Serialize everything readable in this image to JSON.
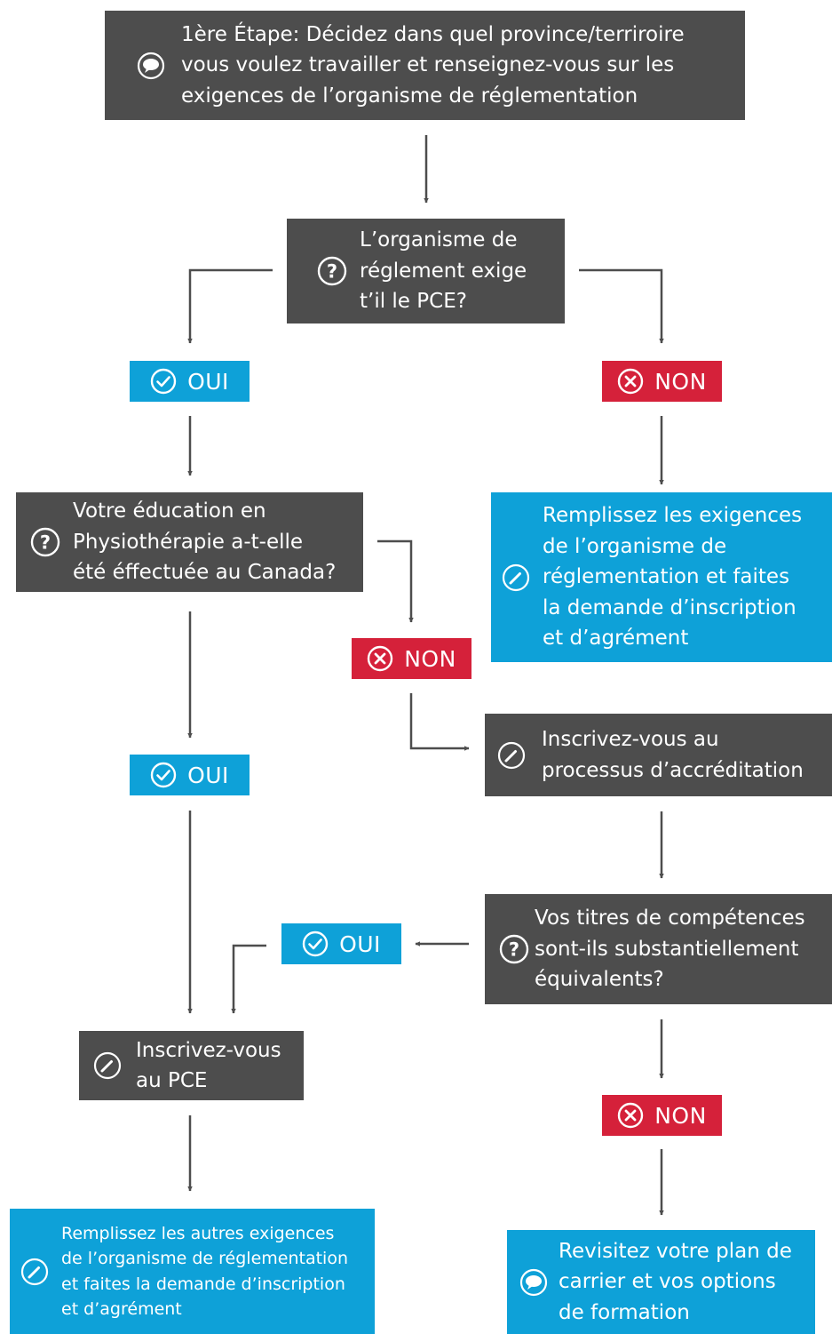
{
  "steps": {
    "step1": "1ère Étape: Décidez dans quel province/terriroire\nvous voulez travailler et renseignez-vous sur les\nexigences de l’organisme de réglementation",
    "q_pce": "L’organisme de\nréglement exige\nt’il le PCE?",
    "q_education": "Votre éducation en\nPhysiothérapie a-t-elle\nété éffectuée au Canada?",
    "fill_requirements": "Remplissez les exigences\nde l’organisme de\nréglementation et faites\nla demande d’inscription\net d’agrément",
    "accreditation": "Inscrivez-vous au\nprocessus d’accréditation",
    "q_equivalent": "Vos titres de compétences\nsont-ils substantiellement\néquivalents?",
    "register_pce": "Inscrivez-vous\nau PCE",
    "fill_other": "Remplissez les autres exigences\nde l’organisme de réglementation\net faites la demande d’inscription\net d’agrément",
    "revisit": "Revisitez votre plan de\ncarrier et vos options\nde formation"
  },
  "labels": {
    "yes": "OUI",
    "no": "NON"
  },
  "colors": {
    "dark": "#4d4d4d",
    "blue": "#0ea1d8",
    "red": "#d5213a",
    "arrow": "#4d4d4d"
  },
  "icons": {
    "step1": "speech-bubble-icon",
    "questions": "question-icon",
    "actions": "pencil-icon",
    "yes": "check-circle-icon",
    "no": "x-circle-icon",
    "revisit": "speech-bubble-icon"
  }
}
